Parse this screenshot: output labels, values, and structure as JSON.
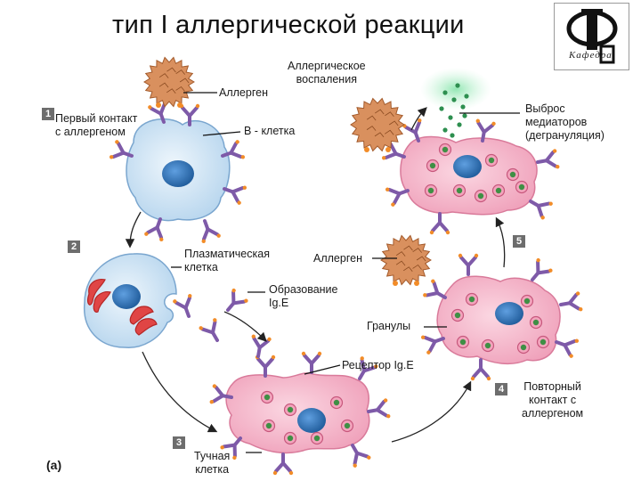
{
  "title": "тип I аллергической реакции",
  "logo": {
    "text": "Кафедра"
  },
  "panel_label": "(a)",
  "steps": [
    "1",
    "2",
    "3",
    "4",
    "5"
  ],
  "labels": {
    "allergen_top": "Аллерген",
    "inflammation": [
      "Аллергическое",
      "воспаления"
    ],
    "first_contact": [
      "Первый контакт",
      "с аллергеном"
    ],
    "b_cell": "В - клетка",
    "release": [
      "Выброс",
      "медиаторов",
      "(дегрануляция)"
    ],
    "plasma_cell": [
      "Плазматическая",
      "клетка"
    ],
    "allergen_mid": "Аллерген",
    "ige_formation": [
      "Образование",
      "Ig.E"
    ],
    "granules": "Гранулы",
    "ige_receptor": "Рецептор Ig.E",
    "repeat_contact": [
      "Повторный",
      "контакт с",
      "аллергеном"
    ],
    "mast_cell": [
      "Тучная",
      "клетка"
    ]
  },
  "colors": {
    "cell_blue": "#cfe3f3",
    "nucleus": "#3a7dc4",
    "mast_pink": "#f6b9cc",
    "granule_green": "#3f8f45",
    "receptor": "#7e5aa8",
    "receptor_tip": "#f28c28",
    "allergen": "#d9905e",
    "plasma_er": "#d93a3a",
    "arrow": "#222222"
  }
}
